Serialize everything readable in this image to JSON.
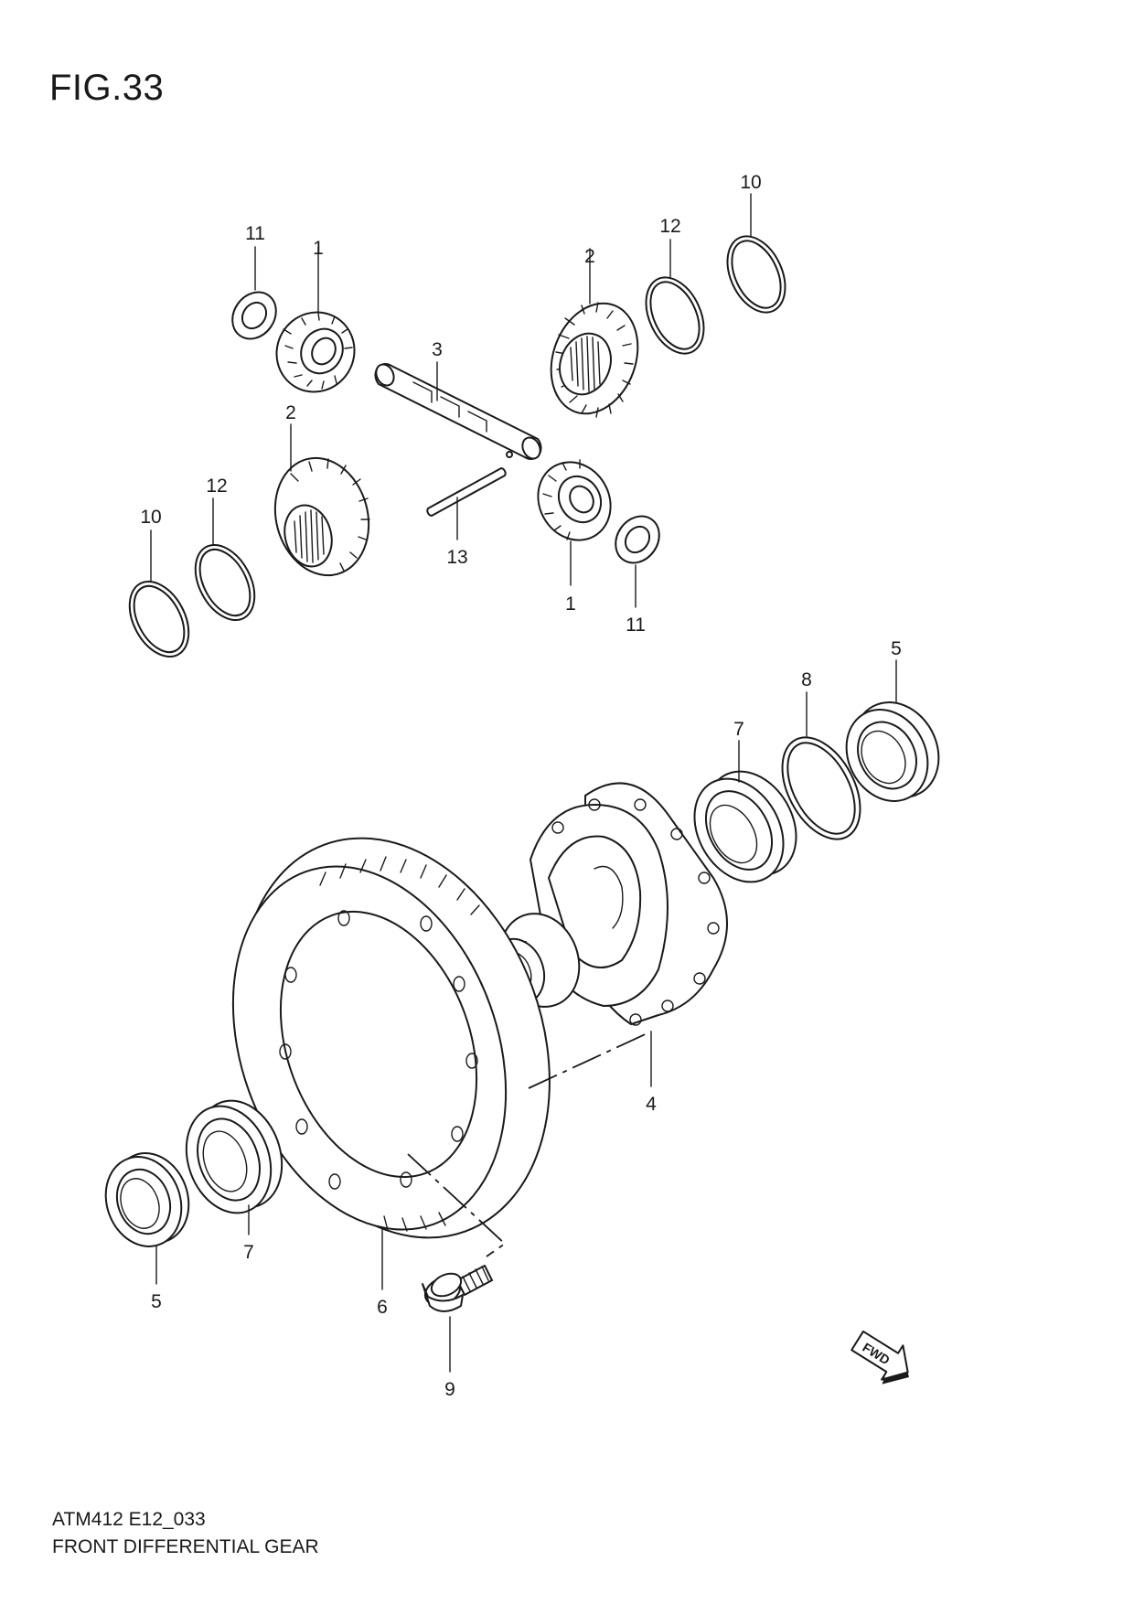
{
  "figure": {
    "title": "FIG.33"
  },
  "footer": {
    "code": "ATM412 E12_033",
    "name": "FRONT DIFFERENTIAL GEAR"
  },
  "direction_marker": {
    "label": "FWD",
    "icon": "fwd-arrow-icon"
  },
  "callouts": {
    "washer_11_upper": "11",
    "pinion_1_upper": "1",
    "shaft_3": "3",
    "side_gear_2_upper": "2",
    "shim_12_upper": "12",
    "shim_10_upper": "10",
    "side_gear_2_lower": "2",
    "shim_12_lower": "12",
    "shim_10_lower": "10",
    "pin_13": "13",
    "pinion_1_lower": "1",
    "washer_11_lower": "11",
    "seal_5_right": "5",
    "shim_8": "8",
    "bearing_7_right": "7",
    "case_4": "4",
    "seal_5_left": "5",
    "bearing_7_left": "7",
    "ring_gear_6": "6",
    "bolt_9": "9"
  }
}
